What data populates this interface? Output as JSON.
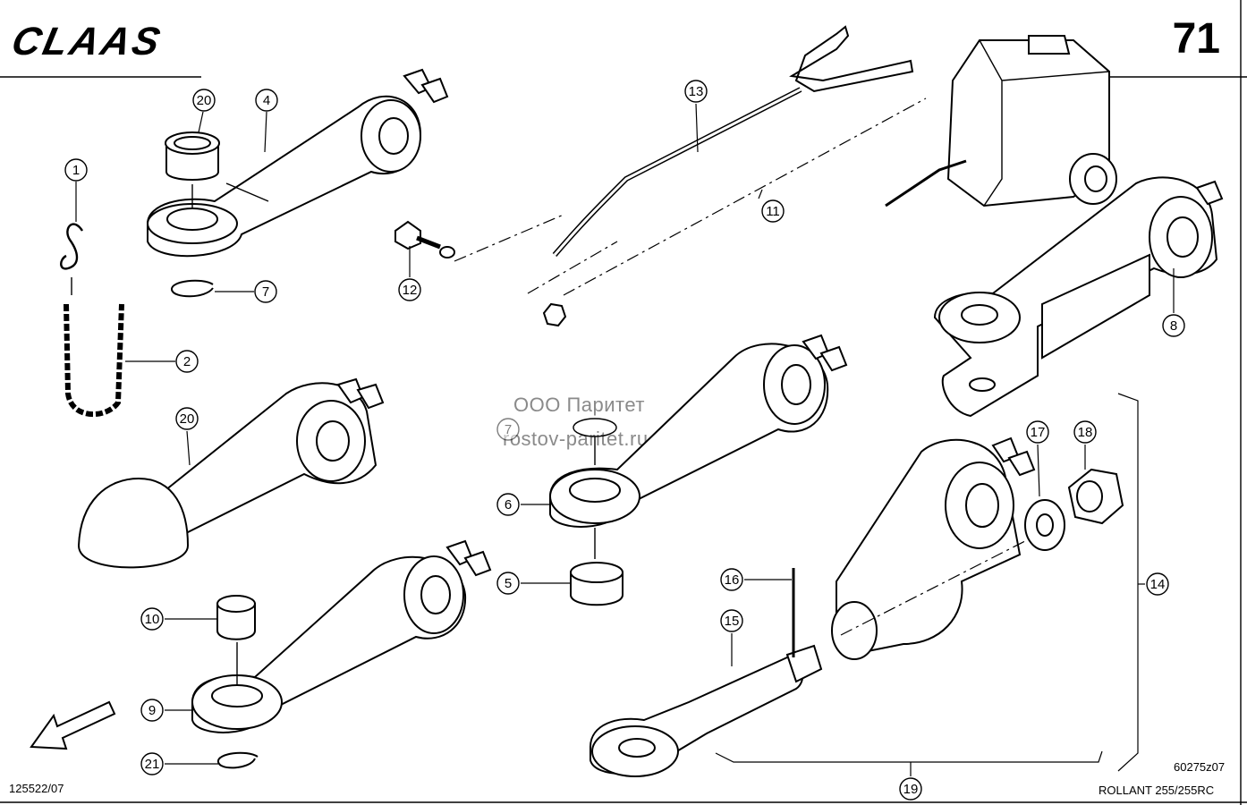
{
  "header": {
    "brand": "CLAAS",
    "page_number": "71"
  },
  "footer": {
    "left_code": "125522/07",
    "right_code": "60275z07",
    "model": "ROLLANT 255/255RC"
  },
  "watermark": {
    "line1": "ООО Паритет",
    "line2": "rostov-paritet.ru"
  },
  "callouts": [
    "1",
    "2",
    "4",
    "5",
    "6",
    "7",
    "7",
    "8",
    "9",
    "10",
    "11",
    "12",
    "13",
    "14",
    "15",
    "16",
    "17",
    "18",
    "19",
    "20",
    "20",
    "21"
  ],
  "callout_list": [
    {
      "label": "20"
    },
    {
      "label": "4"
    },
    {
      "label": "1"
    },
    {
      "label": "7"
    },
    {
      "label": "2"
    },
    {
      "label": "20"
    },
    {
      "label": "12"
    },
    {
      "label": "13"
    },
    {
      "label": "11"
    },
    {
      "label": "8"
    },
    {
      "label": "6"
    },
    {
      "label": "5"
    },
    {
      "label": "10"
    },
    {
      "label": "9"
    },
    {
      "label": "21"
    },
    {
      "label": "16"
    },
    {
      "label": "15"
    },
    {
      "label": "17"
    },
    {
      "label": "18"
    },
    {
      "label": "14"
    },
    {
      "label": "19"
    }
  ]
}
